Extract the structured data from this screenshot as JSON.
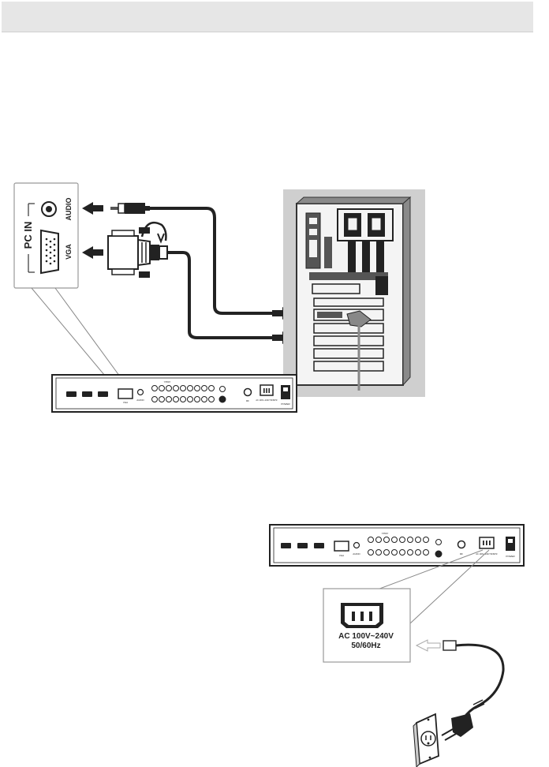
{
  "pc_in": {
    "title": "PC IN",
    "audio_label": "AUDIO",
    "vga_label": "VGA"
  },
  "panel": {
    "vga": "VGA",
    "audio": "AUDIO",
    "ypbpr": "YPbPr",
    "rf": "RF",
    "ac_small": "AC 100V~240V 50/60Hz",
    "power": "POWER"
  },
  "ac_callout": {
    "line1": "AC 100V~240V",
    "line2": "50/60Hz"
  }
}
